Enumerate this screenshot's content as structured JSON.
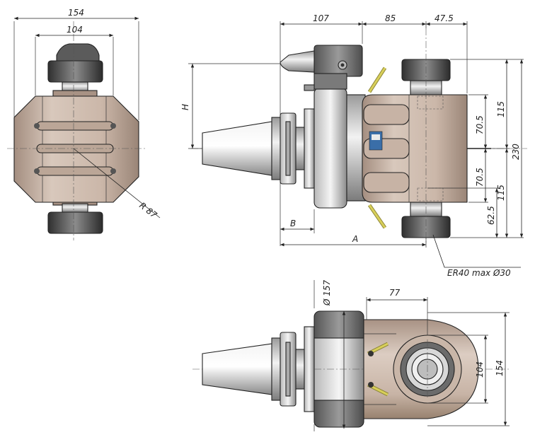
{
  "dimensions": {
    "front_width_outer": "154",
    "front_width_inner": "104",
    "front_radius": "R 87",
    "side_107": "107",
    "side_85": "85",
    "side_47_5": "47.5",
    "side_H": "H",
    "side_B": "B",
    "side_A": "A",
    "side_115_top": "115",
    "side_70_5_top": "70.5",
    "side_230": "230",
    "side_70_5_bottom": "70.5",
    "side_115_bottom": "115",
    "side_62_5": "62.5",
    "collet_note": "ER40 max Ø30",
    "top_dia_157": "Ø 157",
    "top_77": "77",
    "top_104": "104",
    "top_154": "154"
  },
  "colors": {
    "housing": "#c9b6a8",
    "housing_dark": "#9c8679",
    "flange": "#6f6f6f",
    "steel": "#d2d2d2",
    "nut": "#4a4a4a",
    "coolant_pin": "#d8cf5a"
  }
}
